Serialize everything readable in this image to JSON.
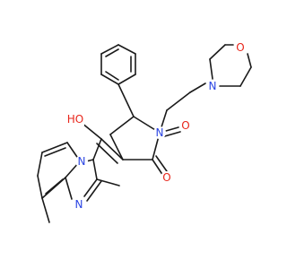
{
  "molecule": {
    "atoms": [
      {
        "id": "O1",
        "label": "O",
        "color": "#e8261b"
      },
      {
        "id": "O2",
        "label": "O",
        "color": "#e8261b"
      },
      {
        "id": "N1",
        "label": "N",
        "color": "#2b45e3"
      },
      {
        "id": "N2",
        "label": "N",
        "color": "#2b45e3"
      },
      {
        "id": "HO",
        "label": "HO",
        "color": "#e8261b"
      },
      {
        "id": "O3",
        "label": "O",
        "color": "#e8261b"
      },
      {
        "id": "N3",
        "label": "N",
        "color": "#2b45e3"
      },
      {
        "id": "N4",
        "label": "N",
        "color": "#2b45e3"
      }
    ],
    "colors": {
      "bond": "#1a1a1a",
      "oxygen": "#e8261b",
      "nitrogen": "#2b45e3"
    }
  }
}
